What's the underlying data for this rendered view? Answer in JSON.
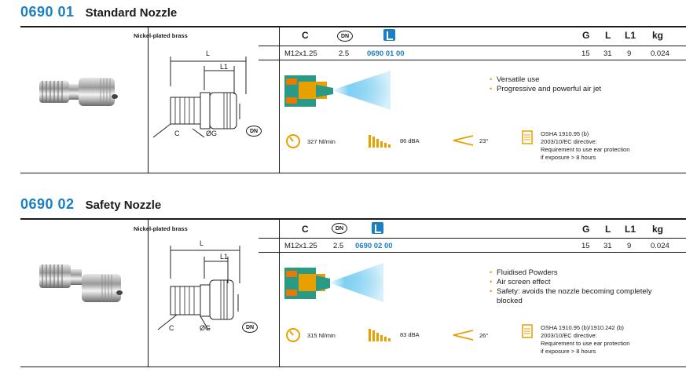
{
  "products": [
    {
      "code": "0690 01",
      "name": "Standard Nozzle",
      "material": "Nickel-plated brass",
      "headers": {
        "c": "C",
        "g": "G",
        "l": "L",
        "l1": "L1",
        "kg": "kg"
      },
      "row": {
        "c": "M12x1.25",
        "dn": "2.5",
        "article": "0690 01 00",
        "g": "15",
        "l": "31",
        "l1": "9",
        "kg": "0.024"
      },
      "features": [
        "Versatile use",
        "Progressive and powerful air jet"
      ],
      "flow": "327 Nl/min",
      "noise": "86 dBA",
      "angle": "23°",
      "osha": [
        "OSHA 1910.95 (b)",
        "2003/10/EC directive:",
        "Requirement to use ear protection",
        "if exposure > 8 hours"
      ],
      "drawing_labels": {
        "l": "L",
        "l1": "L1",
        "c": "C",
        "g": "ØG",
        "dn": "DN"
      }
    },
    {
      "code": "0690 02",
      "name": "Safety Nozzle",
      "material": "Nickel-plated brass",
      "headers": {
        "c": "C",
        "g": "G",
        "l": "L",
        "l1": "L1",
        "kg": "kg"
      },
      "row": {
        "c": "M12x1.25",
        "dn": "2.5",
        "article": "0690 02 00",
        "g": "15",
        "l": "31",
        "l1": "9",
        "kg": "0.024"
      },
      "features": [
        "Fluidised Powders",
        "Air screen effect",
        "Safety: avoids the nozzle becoming completely blocked"
      ],
      "flow": "315 Nl/min",
      "noise": "83 dBA",
      "angle": "26°",
      "osha": [
        "OSHA 1910.95 (b)/1910.242 (b)",
        "2003/10/EC directive:",
        "Requirement to use ear protection",
        "if exposure > 8 hours"
      ],
      "drawing_labels": {
        "l": "L",
        "l1": "L1",
        "c": "C",
        "g": "ØG",
        "dn": "DN"
      }
    }
  ],
  "colors": {
    "accent": "#1b7fc4",
    "bullet": "#e8a000",
    "nozzle": "#2a9a86",
    "jet": "#39b4ea"
  }
}
